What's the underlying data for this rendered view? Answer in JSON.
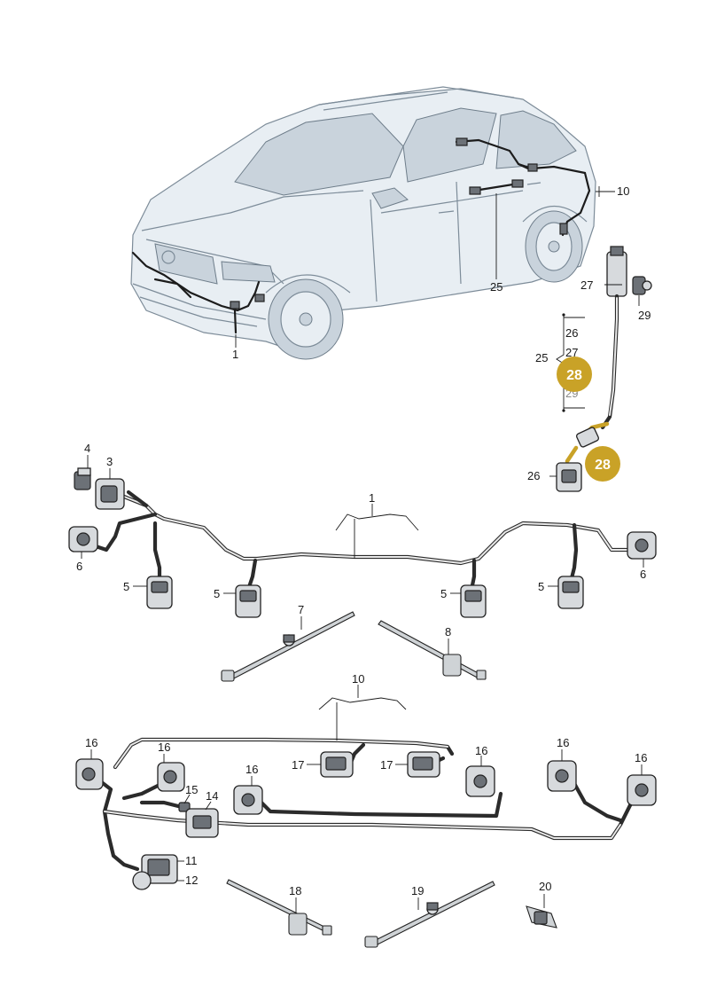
{
  "callouts": {
    "c1_car": "1",
    "c10_car": "10",
    "c25_car": "25",
    "c27_detail": "27",
    "c29_detail": "29",
    "c26_list": "26",
    "c27_list": "27",
    "c25_list": "25",
    "c29_list": "29",
    "c26_detail": "26",
    "c4": "4",
    "c3": "3",
    "c1_harness": "1",
    "c6_left": "6",
    "c6_right": "6",
    "c5_a": "5",
    "c5_b": "5",
    "c5_c": "5",
    "c5_d": "5",
    "c7": "7",
    "c8": "8",
    "c10_harness": "10",
    "c16_a": "16",
    "c16_b": "16",
    "c16_c": "16",
    "c16_d": "16",
    "c16_e": "16",
    "c16_f": "16",
    "c17_a": "17",
    "c17_b": "17",
    "c15": "15",
    "c14": "14",
    "c11": "11",
    "c12": "12",
    "c18": "18",
    "c19": "19",
    "c20": "20"
  },
  "badges": {
    "b28_list": "28",
    "b28_detail": "28"
  },
  "colors": {
    "highlight": "#c9a227",
    "car_outline": "#7d8c99",
    "wire": "#2b2b2b"
  }
}
